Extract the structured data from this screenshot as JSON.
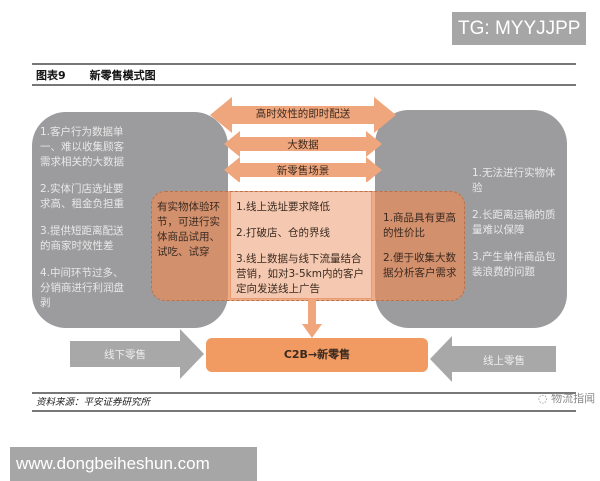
{
  "watermark_top": "TG: MYYJJPP",
  "figure": {
    "label": "图表9",
    "title": "新零售模式图"
  },
  "top_arrows": [
    {
      "label": "高时效性的即时配送"
    },
    {
      "label": "大数据"
    },
    {
      "label": "新零售场景"
    }
  ],
  "offline_box": {
    "points": [
      "1.客户行为数据单一、难以收集顾客需求相关的大数据",
      "2.实体门店选址要求高、租金负担重",
      "3.提供短距离配送的商家时效性差",
      "4.中间环节过多、分销商进行利润盘剥"
    ]
  },
  "online_box": {
    "points": [
      "1.无法进行实物体验",
      "2.长距离运输的质量难以保障",
      "3.产生单件商品包装浪费的问题"
    ]
  },
  "offline_advantage": {
    "text": "有实物体验环节，可进行实体商品试用、试吃、试穿"
  },
  "center_box": {
    "points": [
      "1.线上选址要求降低",
      "2.打破店、仓的界线",
      "3.线上数据与线下流量结合营销，如对3-5km内的客户定向发送线上广告"
    ]
  },
  "online_advantage": {
    "points": [
      "1.商品具有更高的性价比",
      "2.便于收集大数据分析客户需求"
    ]
  },
  "bottom": {
    "left_arrow": "线下零售",
    "result": "C2B→新零售",
    "right_arrow": "线上零售"
  },
  "source": "资料来源：平安证券研究所",
  "wechat_watermark": "物流指闻",
  "site_watermark": "www.dongbeiheshun.com",
  "colors": {
    "gray_box": "#9c9c9e",
    "orange_overlay": "#e98c5a",
    "center_fill": "#f3c2a6",
    "arrow_orange": "#f0a67c",
    "c2b_fill": "#f19a62",
    "gray_arrow": "#a8a8a8"
  }
}
